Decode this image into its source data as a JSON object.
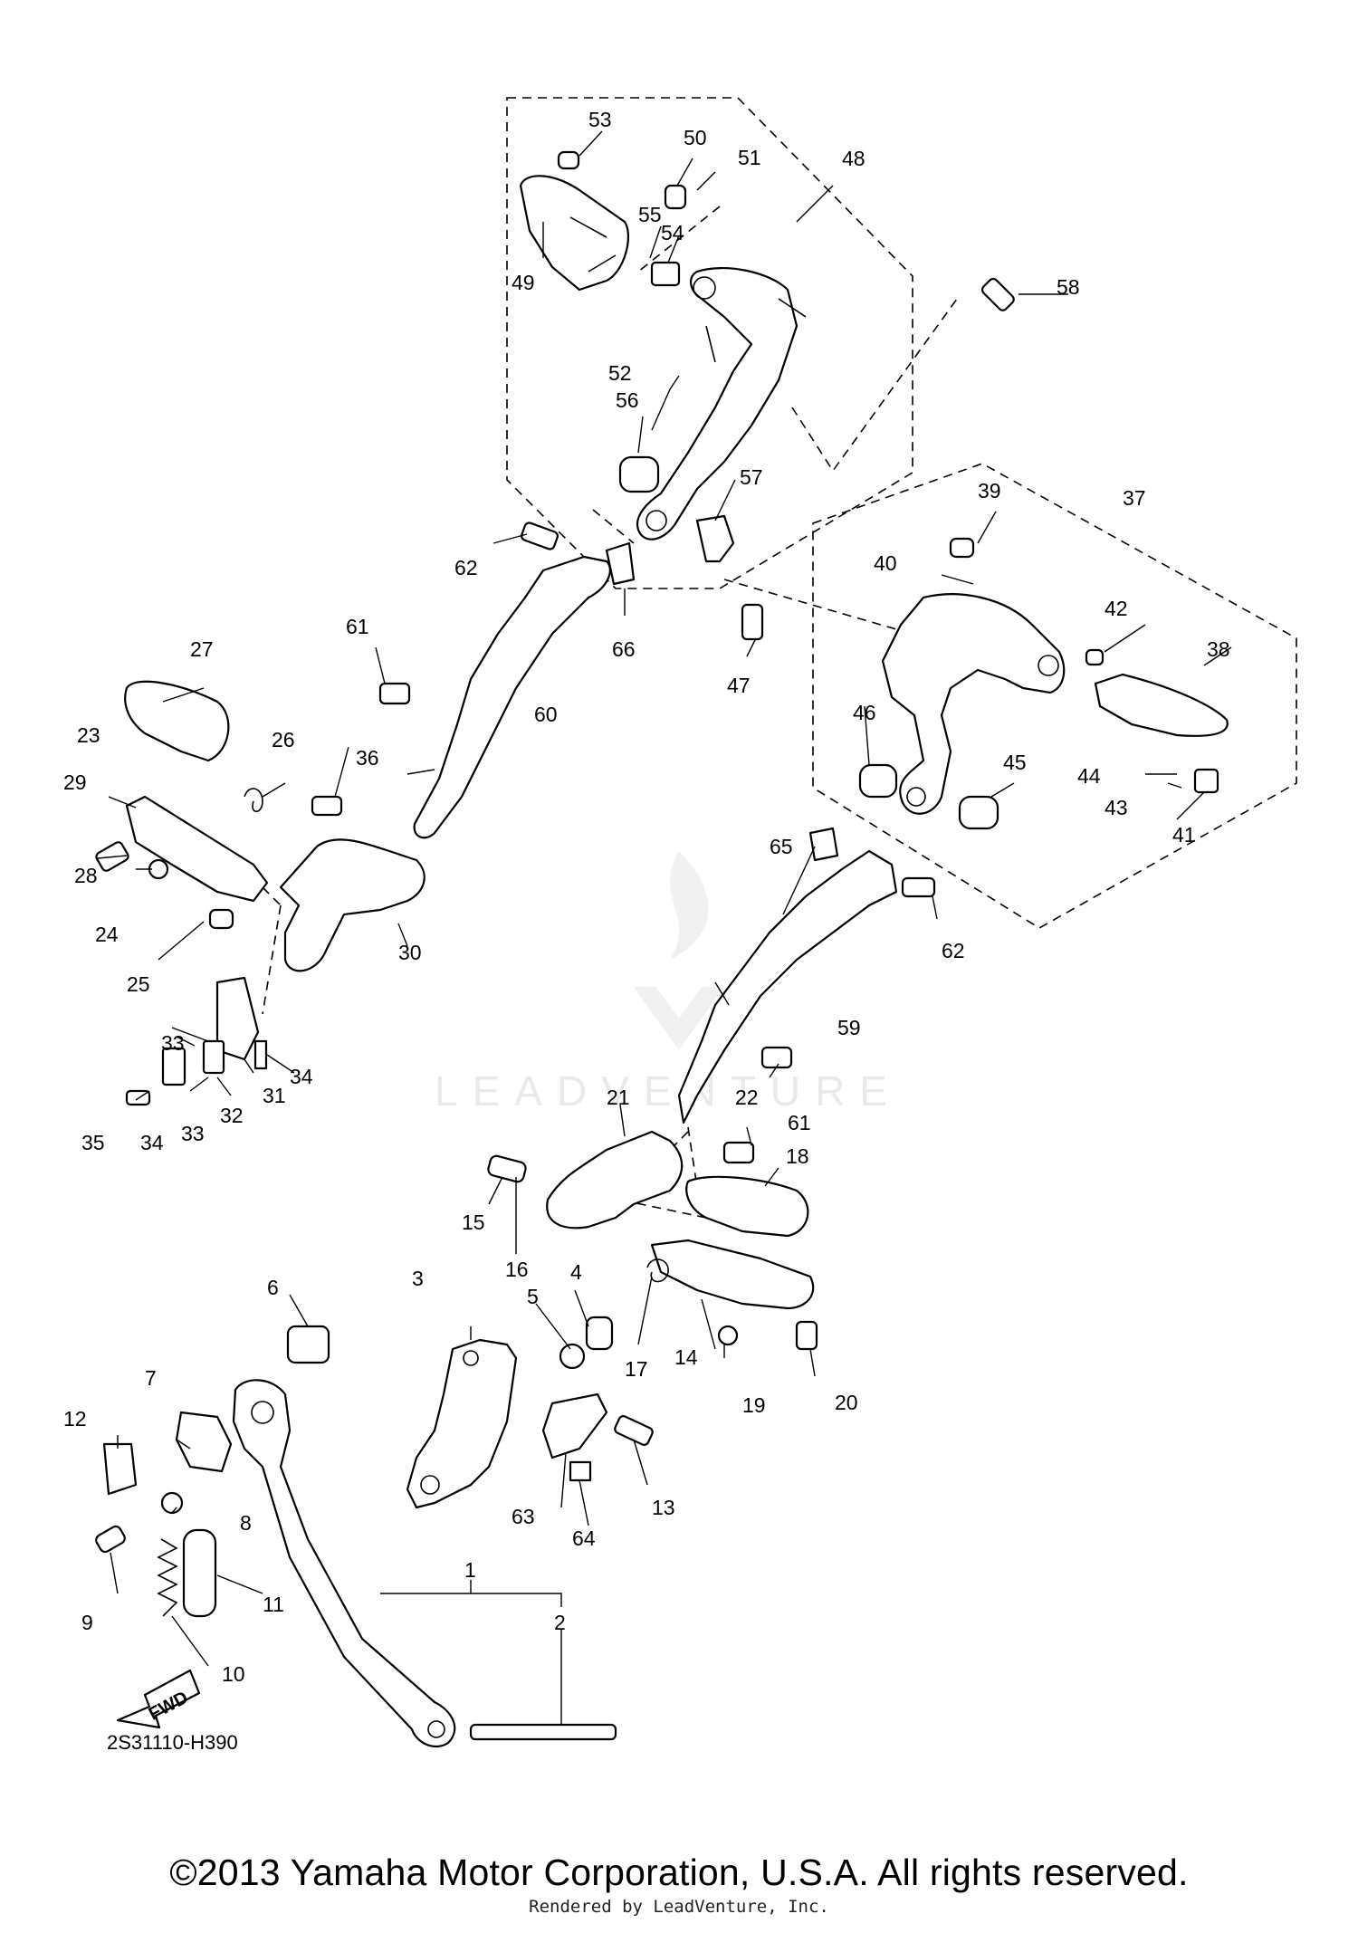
{
  "watermark_text": "LEADVENTURE",
  "diagram_code": "2S31110-H390",
  "fwd_label": "FWD",
  "copyright": "©2013 Yamaha Motor Corporation, U.S.A. All rights reserved.",
  "rendered_by": "Rendered by LeadVenture, Inc.",
  "callouts": [
    "1",
    "2",
    "3",
    "4",
    "5",
    "6",
    "7",
    "8",
    "9",
    "10",
    "11",
    "12",
    "13",
    "14",
    "15",
    "16",
    "17",
    "18",
    "19",
    "20",
    "21",
    "22",
    "23",
    "24",
    "25",
    "26",
    "27",
    "28",
    "29",
    "30",
    "31",
    "32",
    "33",
    "33",
    "34",
    "34",
    "35",
    "36",
    "37",
    "38",
    "39",
    "40",
    "41",
    "42",
    "43",
    "44",
    "45",
    "46",
    "47",
    "48",
    "49",
    "50",
    "51",
    "52",
    "53",
    "54",
    "55",
    "56",
    "57",
    "58",
    "59",
    "60",
    "61",
    "61",
    "62",
    "62",
    "63",
    "64",
    "65",
    "66"
  ]
}
